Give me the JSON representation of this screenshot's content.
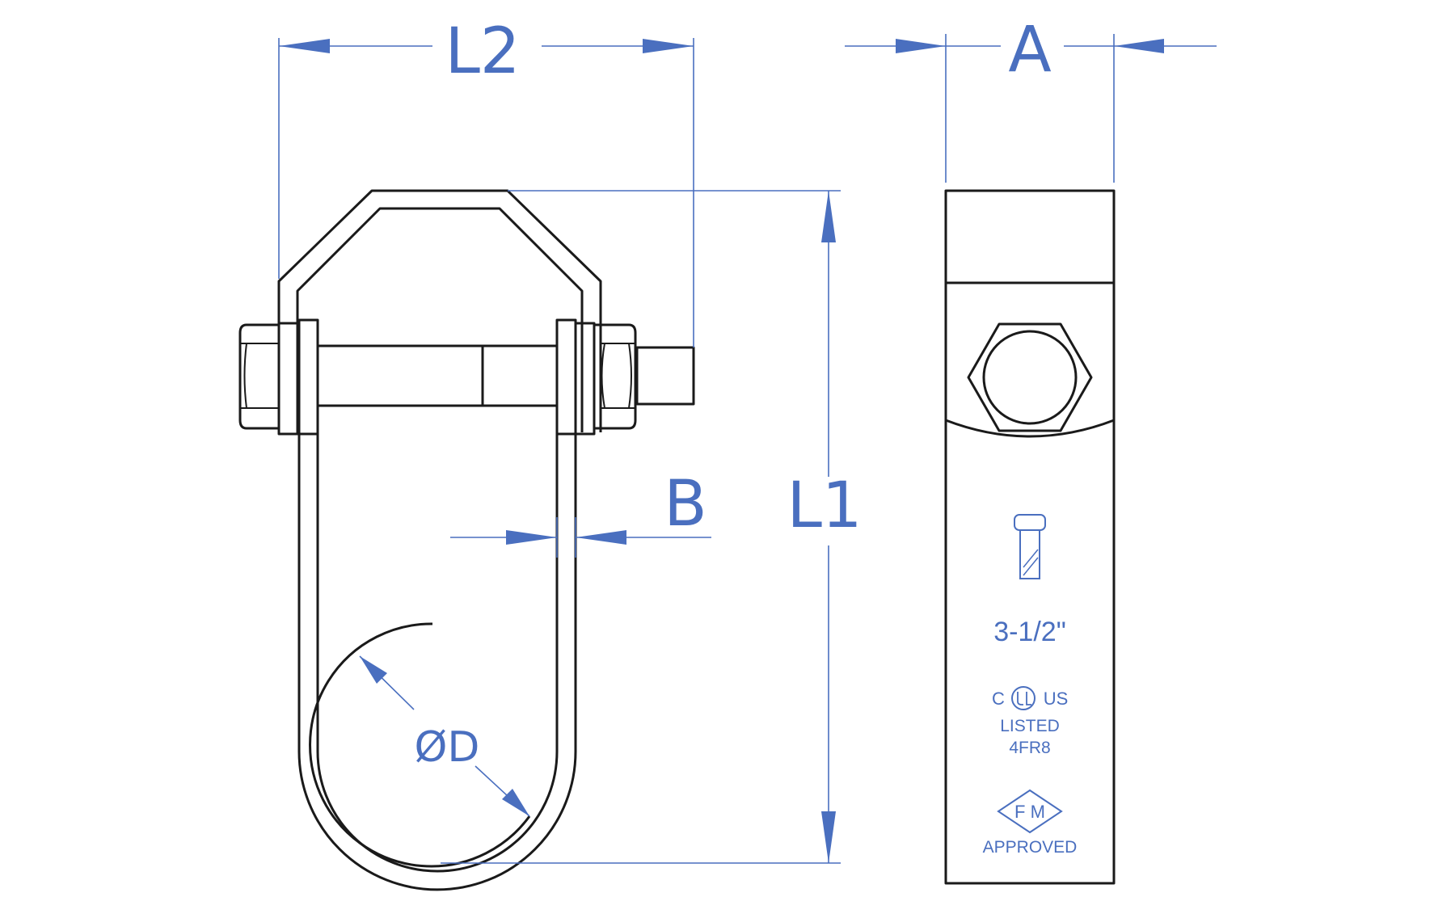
{
  "dimensions": {
    "l2": "L2",
    "a": "A",
    "b": "B",
    "l1": "L1",
    "d": "ØD"
  },
  "markings": {
    "size": "3-1/2\"",
    "ul_left": "C",
    "ul_right": "US",
    "listed": "LISTED",
    "file_code": "4FR8",
    "fm": "F M",
    "approved": "APPROVED"
  },
  "colors": {
    "dimension": "#4a6fbf",
    "part_outline": "#1a1a1a"
  }
}
